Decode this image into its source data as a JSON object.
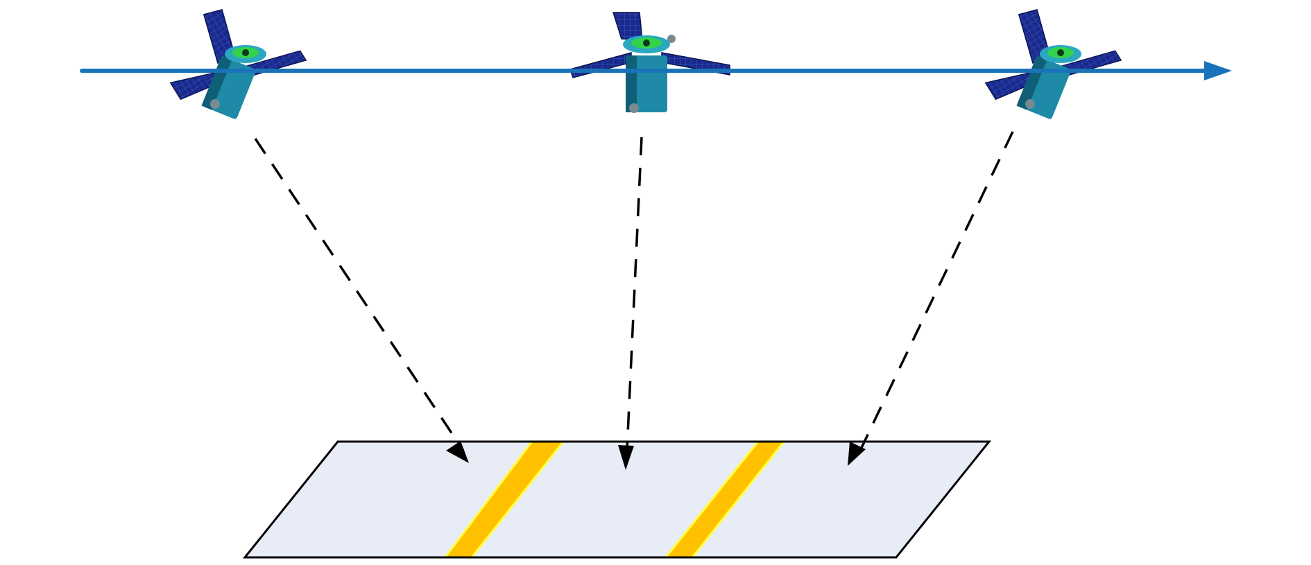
{
  "diagram": {
    "description_elements": {
      "satellites": [
        {
          "name": "satellite-1"
        },
        {
          "name": "satellite-2"
        },
        {
          "name": "satellite-3"
        }
      ],
      "ground_strip_segments": 3,
      "overlap_bands": 2
    },
    "colors": {
      "background": "#ffffff",
      "orbit_track": "#1a73b8",
      "ground_fill": "#e7ecf6",
      "ground_stroke": "#000000",
      "overlap_fill": "#ffc000",
      "overlap_edge": "#ffff33",
      "beam_line": "#000000",
      "sat_body": "#1e8aa8",
      "sat_body_dark": "#0f5f78",
      "sat_panel": "#1a2a8c",
      "sat_panel_grid": "#3c58c8",
      "sat_antenna": "#34d24a"
    },
    "icons": {
      "satellite": "satellite-icon",
      "arrow": "arrowhead-icon"
    }
  }
}
